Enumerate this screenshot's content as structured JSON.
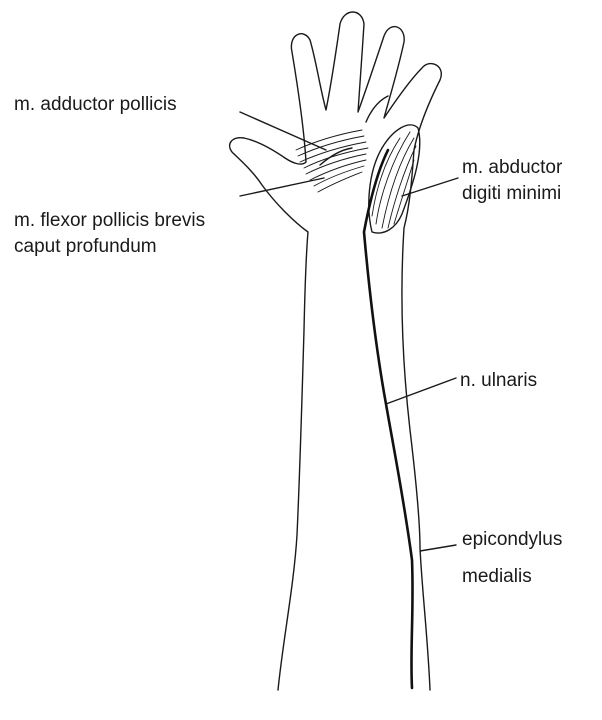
{
  "labels": {
    "adductor_pollicis": "m. adductor pollicis",
    "flexor_line1": "m. flexor pollicis brevis",
    "flexor_line2": "caput profundum",
    "abductor_line1": "m. abductor",
    "abductor_line2": "digiti minimi",
    "ulnaris": "n. ulnaris",
    "epicondylus_line1": "epicondylus",
    "epicondylus_line2": "medialis"
  },
  "colors": {
    "outline": "#1a1a1a",
    "nerve": "#111111",
    "background": "#ffffff"
  }
}
